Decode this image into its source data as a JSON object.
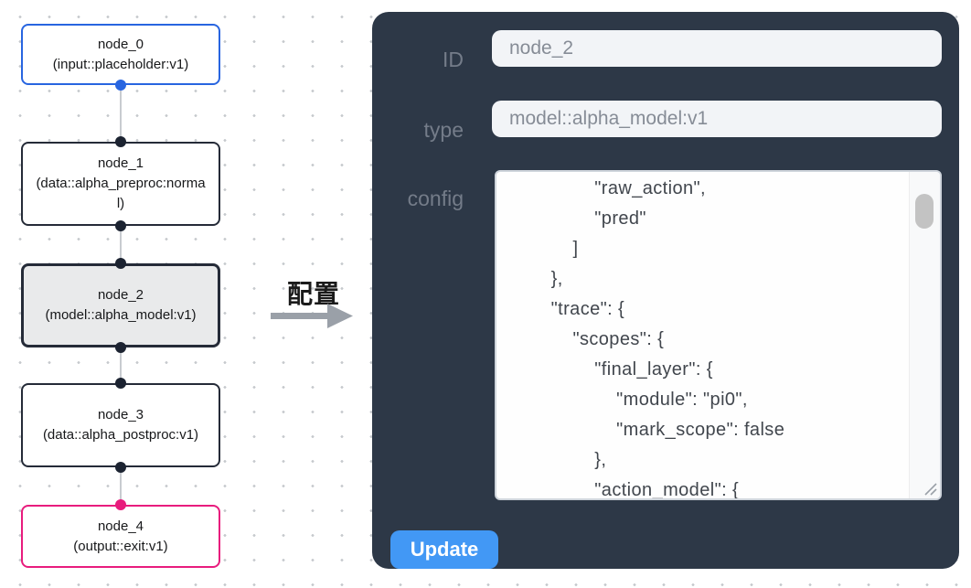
{
  "graph": {
    "nodes": [
      {
        "title": "node_0",
        "subtitle": "(input::placeholder:v1)",
        "variant": "input"
      },
      {
        "title": "node_1",
        "subtitle": "(data::alpha_preproc:normal)",
        "variant": "default"
      },
      {
        "title": "node_2",
        "subtitle": "(model::alpha_model:v1)",
        "variant": "selected"
      },
      {
        "title": "node_3",
        "subtitle": "(data::alpha_postproc:v1)",
        "variant": "default"
      },
      {
        "title": "node_4",
        "subtitle": "(output::exit:v1)",
        "variant": "output"
      }
    ],
    "arrow_label": "配置"
  },
  "panel": {
    "fields": {
      "id": {
        "label": "ID",
        "value": "node_2"
      },
      "type": {
        "label": "type",
        "value": "model::alpha_model:v1"
      },
      "config": {
        "label": "config",
        "value": "                \"raw_action\",\n                \"pred\"\n            ]\n        },\n        \"trace\": {\n            \"scopes\": {\n                \"final_layer\": {\n                    \"module\": \"pi0\",\n                    \"mark_scope\": false\n                },\n                \"action_model\": {"
      }
    },
    "update_label": "Update"
  },
  "colors": {
    "panel_bg": "#2d3847",
    "accent_blue": "#4298f5",
    "node_input_border": "#2865e0",
    "node_output_border": "#e81c7d",
    "node_default_border": "#252b38",
    "selected_node_bg": "#e9eaeb",
    "edge": "#c8cbd0",
    "grid_dot": "#c6c9cd"
  }
}
